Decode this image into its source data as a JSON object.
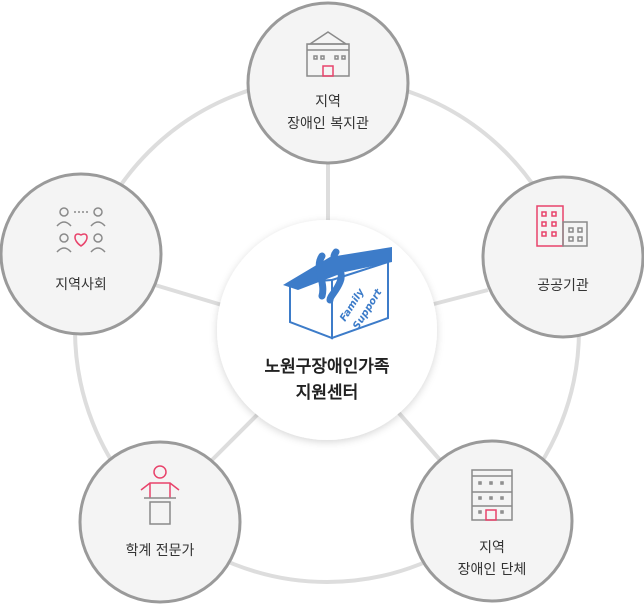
{
  "center": {
    "title_line1": "노원구장애인가족",
    "title_line2": "지원센터",
    "logo_text_1": "Family",
    "logo_text_2": "Support"
  },
  "nodes": {
    "welfare_center": {
      "line1": "지역",
      "line2": "장애인 복지관",
      "icon": "house-icon"
    },
    "public_institution": {
      "line1": "공공기관",
      "icon": "office-building-icon"
    },
    "disability_group": {
      "line1": "지역",
      "line2": "장애인 단체",
      "icon": "apartment-building-icon"
    },
    "academic_expert": {
      "line1": "학계 전문가",
      "icon": "lecturer-podium-icon"
    },
    "community": {
      "line1": "지역사회",
      "icon": "community-people-heart-icon"
    }
  },
  "colors": {
    "accent_pink": "#e8436b",
    "icon_gray": "#8a8a8a",
    "ring_gray": "#dddddd",
    "circle_border": "#9a9a9a",
    "logo_blue": "#3d7cc9"
  }
}
